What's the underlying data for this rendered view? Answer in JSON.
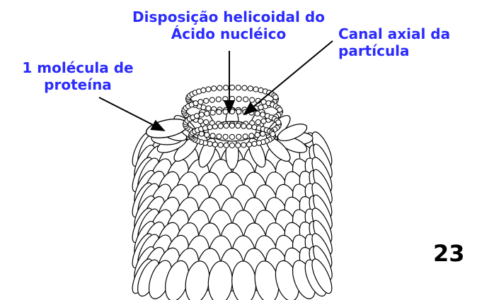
{
  "labels": {
    "helix": [
      "Disposição helicoidal do",
      "Ácido nucléico"
    ],
    "canal": [
      "Canal axial da",
      "partícula"
    ],
    "protein": [
      "1 molécula de",
      "proteína"
    ]
  },
  "page_number": "23",
  "colors": {
    "label": "#2b2bff",
    "stroke": "#000000",
    "background": "#ffffff"
  }
}
